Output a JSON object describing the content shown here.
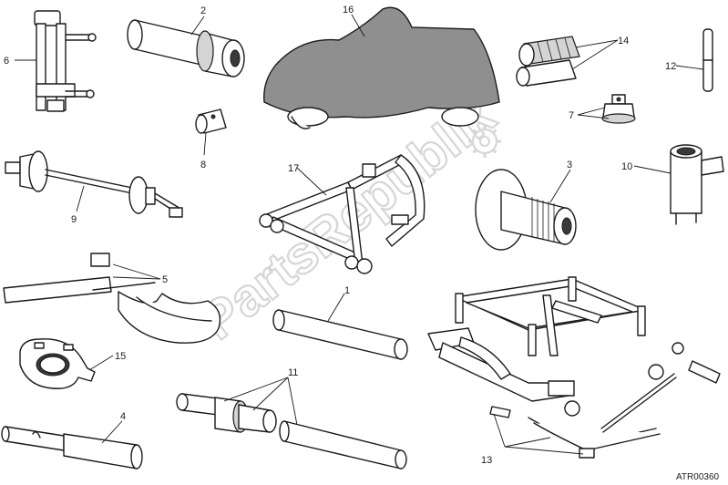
{
  "diagram": {
    "reference_code": "ATR00360",
    "watermark": "PartsRepublik",
    "callouts": [
      {
        "id": "c1",
        "label": "1"
      },
      {
        "id": "c2",
        "label": "2"
      },
      {
        "id": "c3",
        "label": "3"
      },
      {
        "id": "c4",
        "label": "4"
      },
      {
        "id": "c5",
        "label": "5"
      },
      {
        "id": "c6",
        "label": "6"
      },
      {
        "id": "c7",
        "label": "7"
      },
      {
        "id": "c8",
        "label": "8"
      },
      {
        "id": "c9",
        "label": "9"
      },
      {
        "id": "c10",
        "label": "10"
      },
      {
        "id": "c11",
        "label": "11"
      },
      {
        "id": "c12",
        "label": "12"
      },
      {
        "id": "c13",
        "label": "13"
      },
      {
        "id": "c14",
        "label": "14"
      },
      {
        "id": "c15",
        "label": "15"
      },
      {
        "id": "c16",
        "label": "16"
      },
      {
        "id": "c17",
        "label": "17"
      }
    ]
  }
}
